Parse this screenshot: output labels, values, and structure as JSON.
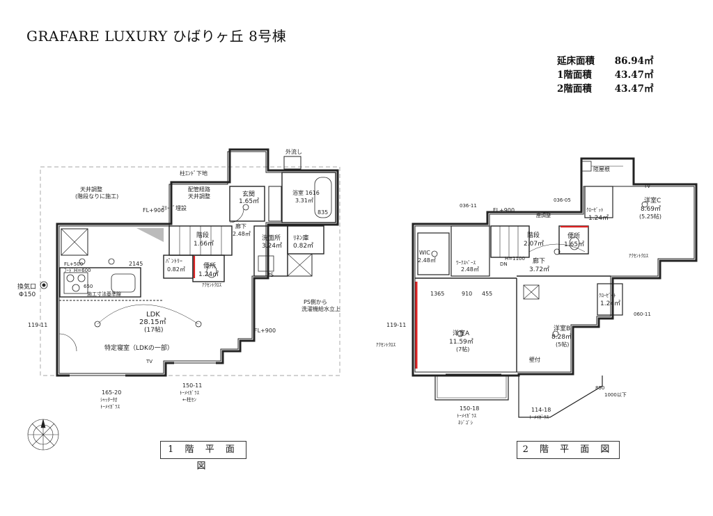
{
  "title": "GRAFARE LUXURY ひばりヶ丘 8号棟",
  "areas": [
    {
      "label": "延床面積",
      "value": "86.94㎡"
    },
    {
      "label": "1階面積",
      "value": "43.47㎡"
    },
    {
      "label": "2階面積",
      "value": "43.47㎡"
    }
  ],
  "floor1": {
    "caption": "1 階 平 面 図",
    "rooms": {
      "ldk_name": "LDK",
      "ldk_area": "28.15㎡",
      "ldk_jo": "(17帖)",
      "special_bedroom": "特定寝室（LDKの一部）",
      "genkan_name": "玄関",
      "genkan_area": "1.65㎡",
      "bath_name": "浴室 1616",
      "bath_area": "3.31㎡",
      "senmen_name": "洗面所",
      "senmen_area": "3.24㎡",
      "rikon_name": "ﾘﾈﾝ庫",
      "rikon_area": "0.82㎡",
      "kaidan_name": "階段",
      "kaidan_area": "1.66㎡",
      "pantry_name": "ﾊﾟﾝﾄﾘｰ",
      "pantry_area": "0.82㎡",
      "toilet_name": "便所",
      "toilet_area": "1.24㎡",
      "rouka_name": "廊下",
      "rouka_area": "2.48㎡"
    },
    "notes": {
      "tenjo": "天井調整",
      "tenjo_sub": "(階段なりに施工)",
      "fl900_a": "FL+900",
      "fl900_b": "FL+900",
      "haikan": "配管経路",
      "haikan_sub": "天井調整",
      "hashira": "柱ｴﾝﾄﾞ下地",
      "suribu": "ｽﾘｰﾌﾞ埋設",
      "kanki": "換気口",
      "kanki_size": "Φ150",
      "ps": "PS",
      "ps_note": "PS側から",
      "ps_note2": "洗濯機給水立上",
      "accent": "ｱｸｾﾝﾄｸﾛｽ",
      "sotonagashi": "外流し",
      "dim_2145": "2145",
      "dim_835": "835",
      "dim_650": "650",
      "sash1": "165-20",
      "sash1_sub": "ｼｬｯﾀｰ付",
      "sash1_sub2": "ﾄｰﾒｲｶﾞﾗｽ",
      "sash2": "150-11",
      "sash2_sub": "ﾄｰﾒｲｶﾞﾗｽ",
      "sash2_sub2": "←柱ｾﾝ",
      "left_sash": "119-11",
      "fl500": "FL+500",
      "hood": "ﾌｰﾄﾞH=600",
      "kitchen_note": "施工寸法基準線",
      "tv": "TV"
    }
  },
  "floor2": {
    "caption": "2 階 平 面 図",
    "rooms": {
      "youA_name": "洋室A",
      "youA_area": "11.59㎡",
      "youA_jo": "(7帖)",
      "youB_name": "洋室B",
      "youB_area": "8.28㎡",
      "youB_jo": "(5帖)",
      "youC_name": "洋室C",
      "youC_area": "8.69㎡",
      "youC_jo": "(5.25帖)",
      "wic_name": "WIC",
      "wic_area": "2.48㎡",
      "work_name": "ﾜｰｸｽﾍﾟｰｽ",
      "work_area": "2.48㎡",
      "kaidan_name": "階段",
      "kaidan_area": "2.07㎡",
      "toilet_name": "便所",
      "toilet_area": "1.65㎡",
      "rouka_name": "廊下",
      "rouka_area": "3.72㎡",
      "closet1_name": "ｸﾛｰｾﾞｯﾄ",
      "closet1_area": "1.24㎡",
      "closet2_name": "ｸﾛｰｾﾞｯﾄ",
      "closet2_area": "1.24㎡"
    },
    "notes": {
      "rikuyane": "陸屋根",
      "accent_a": "ｱｸｾﾝﾄｸﾛｽ",
      "accent_b": "ｱｸｾﾝﾄｸﾛｽ",
      "dim_1365": "1365",
      "dim_910": "910",
      "dim_455": "455",
      "dim_850": "850",
      "dim_1000": "1000以下",
      "sash_a": "150-18",
      "sash_a_sub": "ﾄｰﾒｲｶﾞﾗｽ",
      "sash_a_sub2": "ﾈｼﾞｺﾞｼ",
      "sash_b": "114-18",
      "sash_b_sub": "ﾄｰﾒｲｶﾞﾗｽ",
      "sash_c": "036-11",
      "sash_d": "036-05",
      "sash_e": "060-11",
      "sash_f": "119-11",
      "fl900": "FL+900",
      "h1100": "H=1100",
      "dn": "DN",
      "kabetsuki": "壁付",
      "zadashi": "座調整",
      "tv": "TV"
    }
  }
}
